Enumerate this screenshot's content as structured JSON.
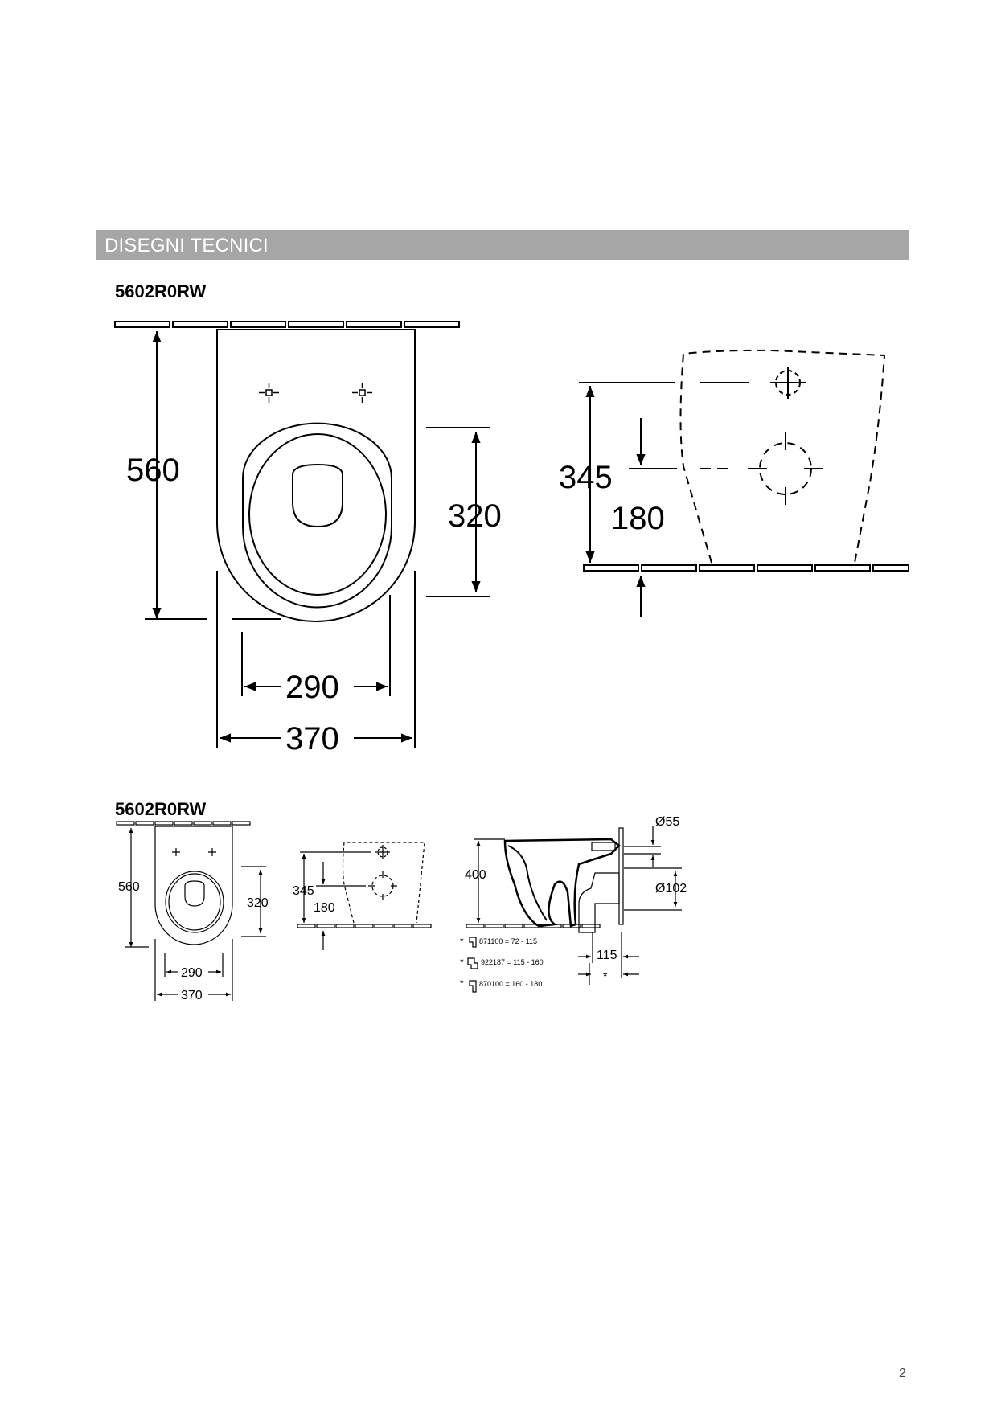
{
  "section": {
    "title": "DISEGNI TECNICI"
  },
  "drawing_large": {
    "product_code": "5602R0RW",
    "top_view": {
      "length": "560",
      "seat_length": "320",
      "inner_width": "290",
      "outer_width": "370"
    },
    "rear_view": {
      "fixing_height": "345",
      "outlet_height": "180"
    }
  },
  "drawing_small": {
    "product_code": "5602R0RW",
    "top_view": {
      "length": "560",
      "seat_length": "320",
      "inner_width": "290",
      "outer_width": "370"
    },
    "rear_view": {
      "fixing_height": "345",
      "outlet_height": "180"
    },
    "side_view": {
      "height": "400",
      "inlet_diameter": "Ø55",
      "outlet_diameter": "Ø102",
      "outlet_depth": "115",
      "asterisk": "*",
      "connectors": [
        {
          "mark": "*",
          "text": "871100 = 72 - 115"
        },
        {
          "mark": "*",
          "text": "922187 = 115 - 160"
        },
        {
          "mark": "*",
          "text": "870100 = 160 - 180"
        }
      ]
    }
  },
  "page": {
    "number": "2"
  }
}
